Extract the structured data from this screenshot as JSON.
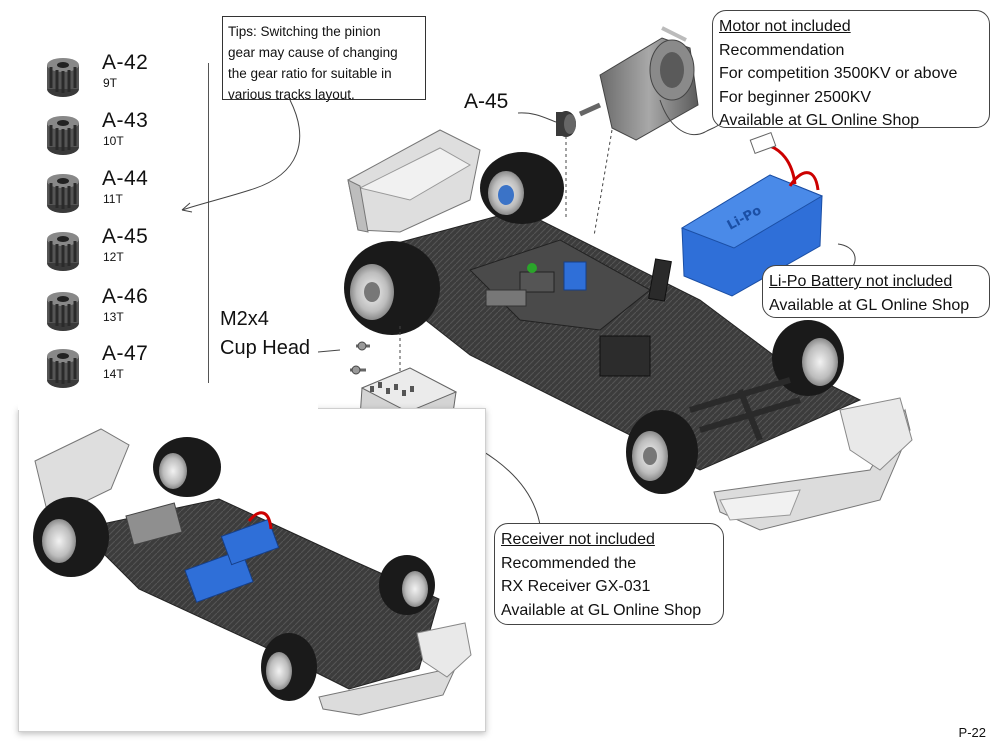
{
  "pinions": [
    {
      "code": "A-42",
      "teeth": "9T"
    },
    {
      "code": "A-43",
      "teeth": "10T"
    },
    {
      "code": "A-44",
      "teeth": "11T"
    },
    {
      "code": "A-45",
      "teeth": "12T"
    },
    {
      "code": "A-46",
      "teeth": "13T"
    },
    {
      "code": "A-47",
      "teeth": "14T"
    }
  ],
  "tips": {
    "lines": [
      "Tips: Switching the pinion",
      "gear may cause of changing",
      "the gear ratio for suitable in",
      "various tracks layout."
    ]
  },
  "pinion_callout": "A-45",
  "screw": {
    "size": "M2x4",
    "type": "Cup Head"
  },
  "motor": {
    "title": "Motor not included",
    "lines": [
      "Recommendation",
      "For competition 3500KV or above",
      "For beginner 2500KV",
      "Available at GL Online Shop"
    ]
  },
  "battery": {
    "title": "Li-Po Battery not included",
    "lines": [
      "Available at GL Online Shop"
    ]
  },
  "receiver": {
    "title": "Receiver not included",
    "lines": [
      "Recommended the",
      "RX Receiver GX-031",
      "Available at GL Online Shop"
    ]
  },
  "page_number": "P-22",
  "colors": {
    "battery_blue": "#2f6fd8",
    "carbon": "#3a3a3a",
    "tire": "#1a1a1a",
    "body_grey": "#d8d8d8"
  }
}
